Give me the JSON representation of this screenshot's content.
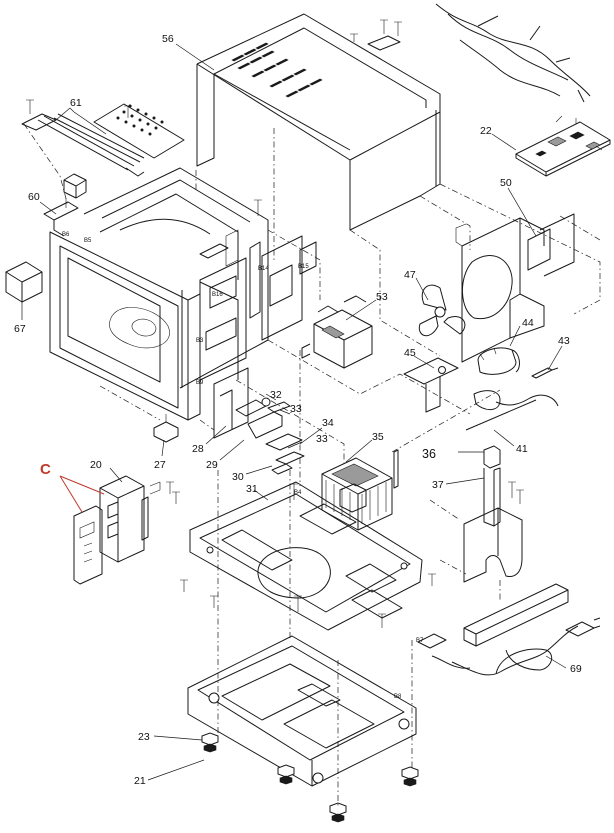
{
  "diagram": {
    "accent_color": "#c0392b",
    "callouts": [
      {
        "id": "p56",
        "label": "56"
      },
      {
        "id": "p61",
        "label": "61"
      },
      {
        "id": "p22",
        "label": "22"
      },
      {
        "id": "p60",
        "label": "60"
      },
      {
        "id": "p50",
        "label": "50"
      },
      {
        "id": "p67",
        "label": "67"
      },
      {
        "id": "p47",
        "label": "47"
      },
      {
        "id": "p53",
        "label": "53"
      },
      {
        "id": "p44",
        "label": "44"
      },
      {
        "id": "p43",
        "label": "43"
      },
      {
        "id": "p45",
        "label": "45"
      },
      {
        "id": "p32",
        "label": "32"
      },
      {
        "id": "p33a",
        "label": "33"
      },
      {
        "id": "p34",
        "label": "34"
      },
      {
        "id": "p33b",
        "label": "33"
      },
      {
        "id": "p35",
        "label": "35"
      },
      {
        "id": "p41",
        "label": "41"
      },
      {
        "id": "p28",
        "label": "28"
      },
      {
        "id": "p29",
        "label": "29"
      },
      {
        "id": "p27",
        "label": "27"
      },
      {
        "id": "p30",
        "label": "30"
      },
      {
        "id": "p36",
        "label": "36"
      },
      {
        "id": "p37",
        "label": "37"
      },
      {
        "id": "p20",
        "label": "20"
      },
      {
        "id": "p31",
        "label": "31"
      },
      {
        "id": "p69",
        "label": "69"
      },
      {
        "id": "p23",
        "label": "23"
      },
      {
        "id": "p21",
        "label": "21"
      }
    ],
    "section_letter": "C",
    "small_tags": [
      "B6",
      "B5",
      "B14",
      "B15",
      "B3",
      "B9",
      "B4",
      "B7",
      "B8",
      "B16"
    ]
  }
}
